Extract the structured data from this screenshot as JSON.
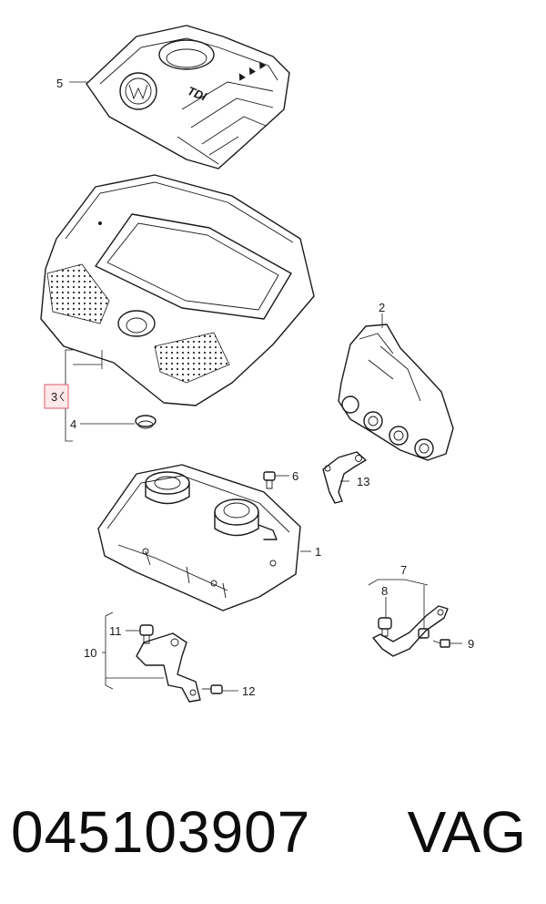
{
  "callouts": {
    "c1": "1",
    "c2": "2",
    "c3": "3",
    "c4": "4",
    "c5": "5",
    "c6": "6",
    "c7": "7",
    "c8": "8",
    "c9": "9",
    "c10": "10",
    "c11": "11",
    "c12": "12",
    "c13": "13"
  },
  "cover_logo_text": "TDI",
  "footer": {
    "part_number": "045103907",
    "brand": "VAG"
  },
  "highlight_color": "#e05a6a"
}
